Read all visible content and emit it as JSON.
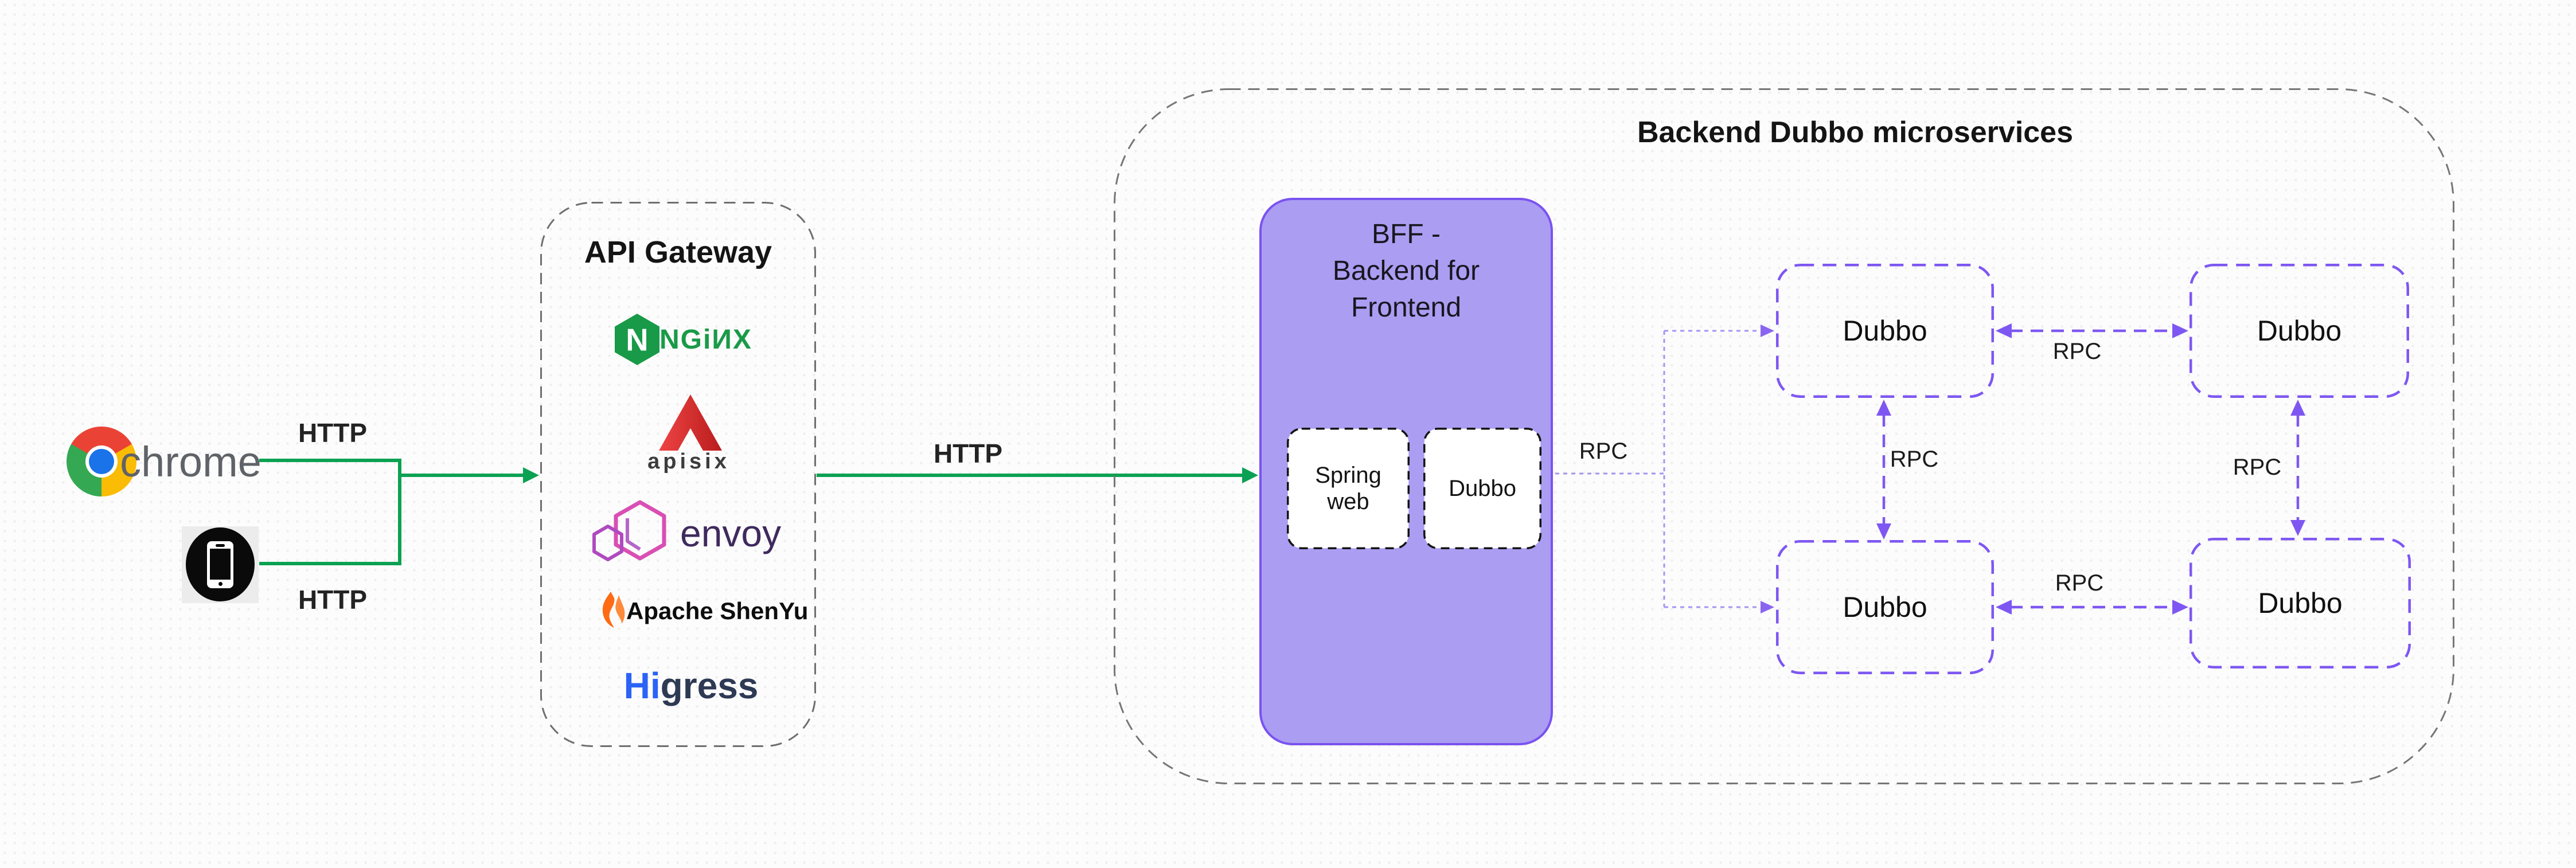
{
  "diagram": {
    "clients": {
      "chrome_label": "chrome",
      "http_top": "HTTP",
      "http_bottom": "HTTP"
    },
    "http_mid": "HTTP",
    "gateway": {
      "title": "API Gateway",
      "nginx_monogram": "N",
      "nginx_text": "NGiИX",
      "apisix_text": "apisix",
      "envoy_text": "envoy",
      "shenyu_text": "Apache ShenYu",
      "higress_hi": "Hi",
      "higress_gress": "gress"
    },
    "backend": {
      "title": "Backend Dubbo microservices",
      "bff": {
        "line1": "BFF -",
        "line2": "Backend for",
        "line3": "Frontend",
        "spring_web": "Spring web",
        "dubbo": "Dubbo"
      },
      "rpc_bff": "RPC",
      "rpc_top": "RPC",
      "rpc_left": "RPC",
      "rpc_right": "RPC",
      "rpc_bottom": "RPC",
      "services": [
        "Dubbo",
        "Dubbo",
        "Dubbo",
        "Dubbo"
      ]
    },
    "colors": {
      "http_green": "#0ba153",
      "rpc_violet": "#7e57f2",
      "rpc_violet_light": "#a495f2",
      "bff_fill": "#ab9df2",
      "bff_border": "#7a52f0",
      "dash_gray": "#6f6f6f",
      "nginx_green": "#1a9a48",
      "apisix_red": "#d8232a",
      "envoy_pink": "#d94fb3",
      "envoy_text": "#3f2a5e",
      "shenyu_orange": "#ff6a13",
      "higress_blue": "#2b63f6",
      "higress_dark": "#2e3a54",
      "chrome_text": "#5f6368"
    }
  }
}
